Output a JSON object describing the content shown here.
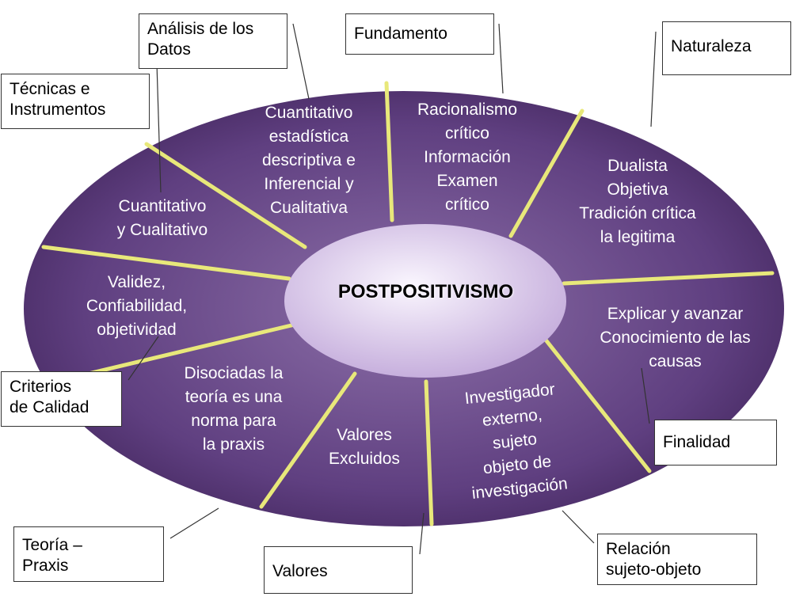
{
  "center": {
    "title": "POSTPOSITIVISMO"
  },
  "sectors": {
    "fundamento": "Racionalismo\ncrítico\nInformación\nExamen\ncrítico",
    "naturaleza": "Dualista\nObjetiva\nTradición crítica\nla legitima",
    "finalidad": "Explicar y avanzar\nConocimiento de las\ncausas",
    "relacion": "Investigador\nexterno,\nsujeto\nobjeto de\ninvestigación",
    "valores": "Valores\nExcluidos",
    "teoria_praxis": "Disociadas la\nteoría es una\nnorma para\nla praxis",
    "criterios": "Validez,\nConfiabilidad,\nobjetividad",
    "tecnicas": "Cuantitativo\ny Cualitativo",
    "analisis": "Cuantitativo\nestadística\ndescriptiva e\nInferencial y\nCualitativa"
  },
  "labels": {
    "analisis": "Análisis de los\nDatos",
    "fundamento": "Fundamento",
    "naturaleza": "Naturaleza",
    "tecnicas": "Técnicas e\nInstrumentos",
    "criterios": "Criterios\nde Calidad",
    "finalidad": "Finalidad",
    "teoria_praxis": "Teoría –\nPraxis",
    "valores": "Valores",
    "relacion": "Relación\nsujeto-objeto"
  },
  "colors": {
    "ellipse_inner": "#8c6fa8",
    "ellipse_outer": "#4a2a66",
    "spoke": "#e8e87a",
    "center_inner": "#f3ecfa",
    "center_outer": "#c6b1dc"
  }
}
